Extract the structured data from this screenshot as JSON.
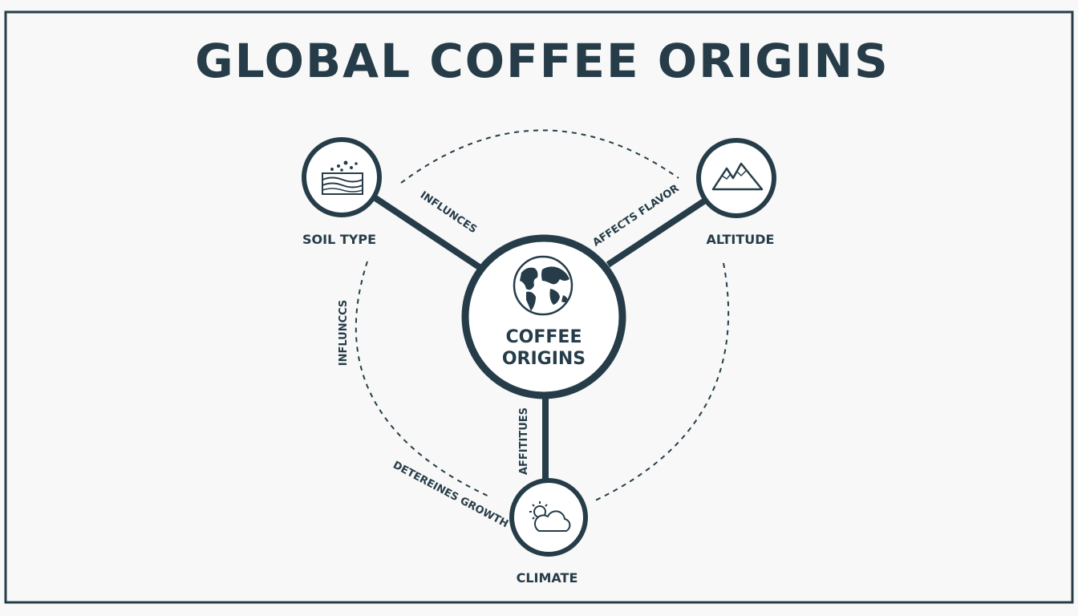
{
  "title": "GLOBAL COFFEE ORIGINS",
  "colors": {
    "ink": "#263d49",
    "background": "#f7f8f7"
  },
  "center": {
    "label_line1": "COFFEE",
    "label_line2": "ORIGINS",
    "icon": "globe-icon"
  },
  "nodes": {
    "soil": {
      "label": "SOIL TYPE",
      "icon": "soil-layers-icon"
    },
    "altitude": {
      "label": "ALTITUDE",
      "icon": "mountain-icon"
    },
    "climate": {
      "label": "CLIMATE",
      "icon": "sun-cloud-icon"
    }
  },
  "edge_labels": {
    "soil_center": "INFLUNCES",
    "altitude_center": "AFFECTS FLAVOR",
    "climate_center": "AFFITITUES",
    "outer_left": "INFLUNCCS",
    "outer_bottom": "DETEREINES GROWTH"
  }
}
